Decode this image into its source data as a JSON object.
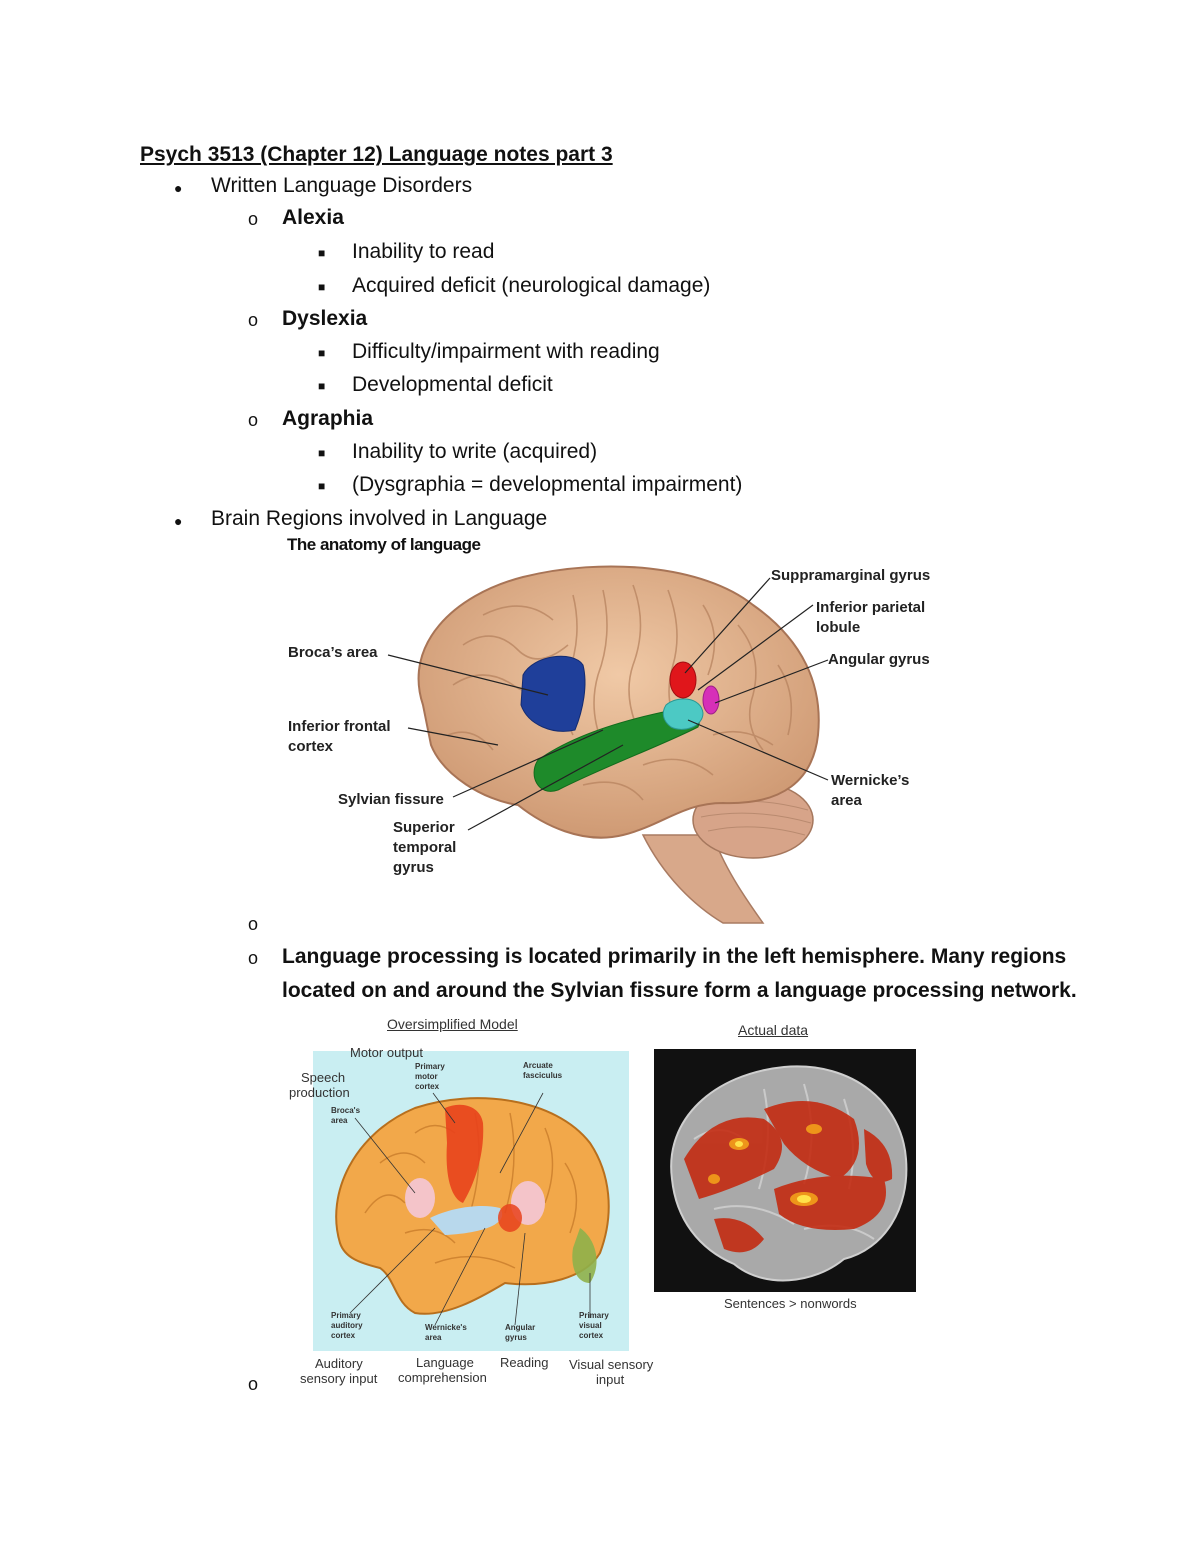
{
  "title": "Psych 3513 (Chapter 12) Language notes part 3",
  "sections": {
    "written": {
      "label": "Written Language Disorders",
      "alexia": {
        "label": "Alexia",
        "items": [
          "Inability to read",
          "Acquired deficit (neurological damage)"
        ]
      },
      "dyslexia": {
        "label": "Dyslexia",
        "items": [
          "Difficulty/impairment with reading",
          "Developmental deficit"
        ]
      },
      "agraphia": {
        "label": "Agraphia",
        "items": [
          "Inability to write (acquired)",
          "(Dysgraphia = developmental impairment)"
        ]
      }
    },
    "brain": {
      "label": "Brain Regions involved in Language",
      "summary_line1": "Language processing is located primarily in the left hemisphere. Many regions",
      "summary_line2": "located on and around the Sylvian fissure form a language processing network."
    }
  },
  "bullets": {
    "level1": "●",
    "level2": "o",
    "level3": "■"
  },
  "figure_anatomy": {
    "title": "The anatomy of language",
    "labels": {
      "broca": "Broca’s area",
      "inferior_frontal_1": "Inferior frontal",
      "inferior_frontal_2": "cortex",
      "sylvian": "Sylvian fissure",
      "superior_1": "Superior",
      "superior_2": "temporal",
      "superior_3": "gyrus",
      "supramarginal": "Suppramarginal gyrus",
      "inferior_parietal_1": "Inferior parietal",
      "inferior_parietal_2": "lobule",
      "angular": "Angular gyrus",
      "wernicke_1": "Wernicke’s",
      "wernicke_2": "area"
    },
    "colors": {
      "broca": "#1f3f9a",
      "stg": "#1e8a2a",
      "supramarginal": "#e0161b",
      "angular": "#d62fb8",
      "wernicke": "#4cc9c4",
      "brain": "#e2b48f"
    }
  },
  "figure_model": {
    "title": "Oversimplified Model",
    "labels": {
      "motor_output": "Motor output",
      "speech_1": "Speech",
      "speech_2": "production",
      "primary_motor_1": "Primary",
      "primary_motor_2": "motor",
      "primary_motor_3": "cortex",
      "arcuate_1": "Arcuate",
      "arcuate_2": "fasciculus",
      "broca_1": "Broca's",
      "broca_2": "area",
      "primary_auditory_1": "Primary",
      "primary_auditory_2": "auditory",
      "primary_auditory_3": "cortex",
      "wernicke_1": "Wernicke's",
      "wernicke_2": "area",
      "angular_1": "Angular",
      "angular_2": "gyrus",
      "primary_visual_1": "Primary",
      "primary_visual_2": "visual",
      "primary_visual_3": "cortex",
      "auditory_1": "Auditory",
      "auditory_2": "sensory input",
      "language_1": "Language",
      "language_2": "comprehension",
      "reading": "Reading",
      "visual_1": "Visual sensory",
      "visual_2": "input"
    }
  },
  "figure_actual": {
    "title": "Actual data",
    "caption": "Sentences > nonwords"
  }
}
